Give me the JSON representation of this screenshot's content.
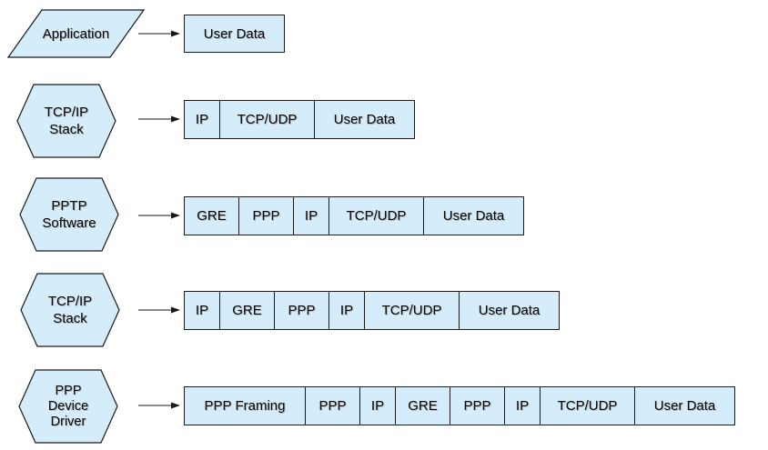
{
  "colors": {
    "background": "#ffffff",
    "shape_fill": "#d5ecfa",
    "shape_stroke": "#1a1a1a",
    "text": "#000000"
  },
  "icons": {
    "arrow": "arrow-right"
  },
  "rows": [
    {
      "shape": {
        "type": "parallelogram",
        "label": "Application"
      },
      "boxes": [
        "User Data"
      ]
    },
    {
      "shape": {
        "type": "hexagon",
        "label": "TCP/IP\nStack"
      },
      "boxes": [
        "IP",
        "TCP/UDP",
        "User Data"
      ]
    },
    {
      "shape": {
        "type": "hexagon",
        "label": "PPTP\nSoftware"
      },
      "boxes": [
        "GRE",
        "PPP",
        "IP",
        "TCP/UDP",
        "User Data"
      ]
    },
    {
      "shape": {
        "type": "hexagon",
        "label": "TCP/IP\nStack"
      },
      "boxes": [
        "IP",
        "GRE",
        "PPP",
        "IP",
        "TCP/UDP",
        "User Data"
      ]
    },
    {
      "shape": {
        "type": "hexagon",
        "label": "PPP\nDevice\nDriver"
      },
      "boxes": [
        "PPP Framing",
        "PPP",
        "IP",
        "GRE",
        "PPP",
        "IP",
        "TCP/UDP",
        "User Data"
      ]
    }
  ]
}
